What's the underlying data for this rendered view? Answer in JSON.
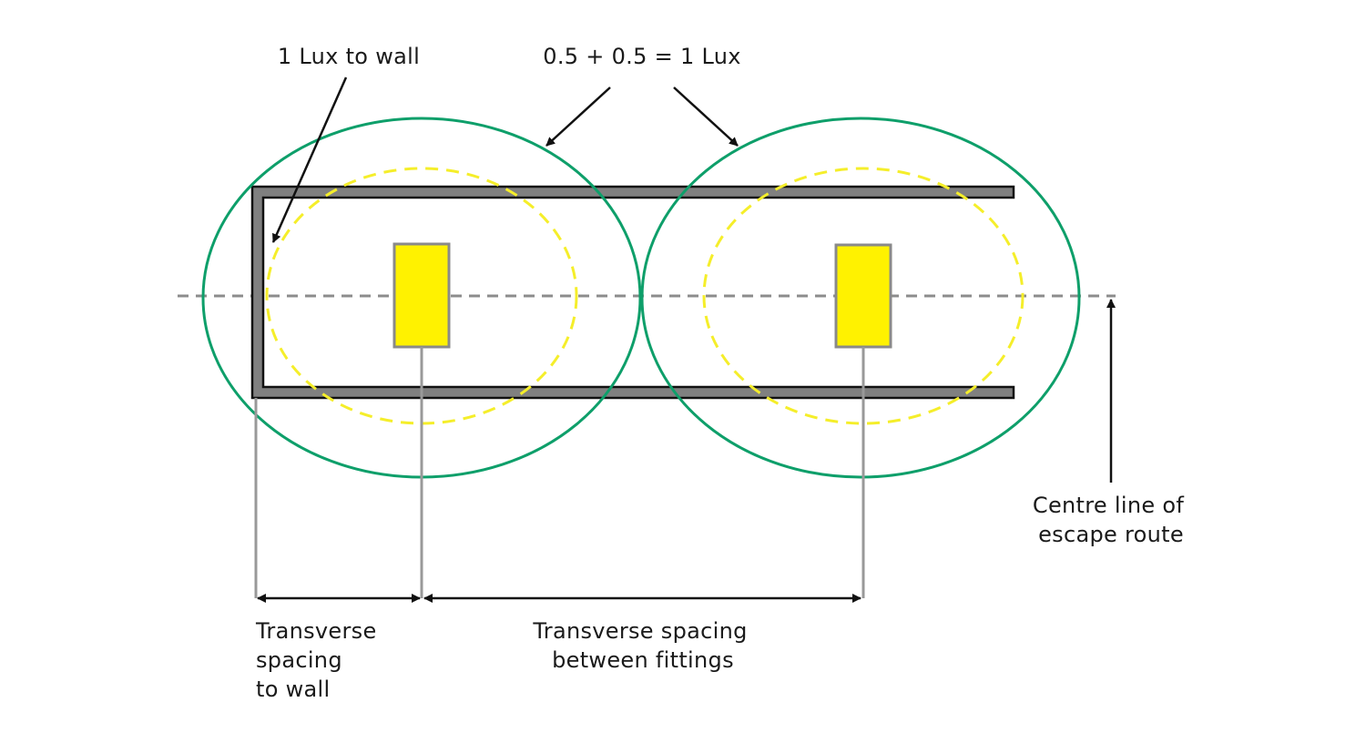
{
  "labels": {
    "lux_to_wall": "1 Lux to wall",
    "lux_sum": "0.5 + 0.5 = 1 Lux",
    "centre_line": [
      "Centre line of",
      "escape route"
    ],
    "spacing_wall": [
      "Transverse",
      "spacing",
      "to wall"
    ],
    "spacing_fittings": [
      "Transverse spacing",
      "between fittings"
    ]
  },
  "colors": {
    "circle_outer": "#0e9f6a",
    "circle_inner": "#f5ee2a",
    "fitting_fill": "#fff200",
    "fitting_stroke": "#8a8a8a",
    "wall_fill": "#808080",
    "wall_stroke": "#111111",
    "centre_line": "#8c8c8c",
    "arrow": "#111111",
    "dimension_line": "#999999"
  }
}
